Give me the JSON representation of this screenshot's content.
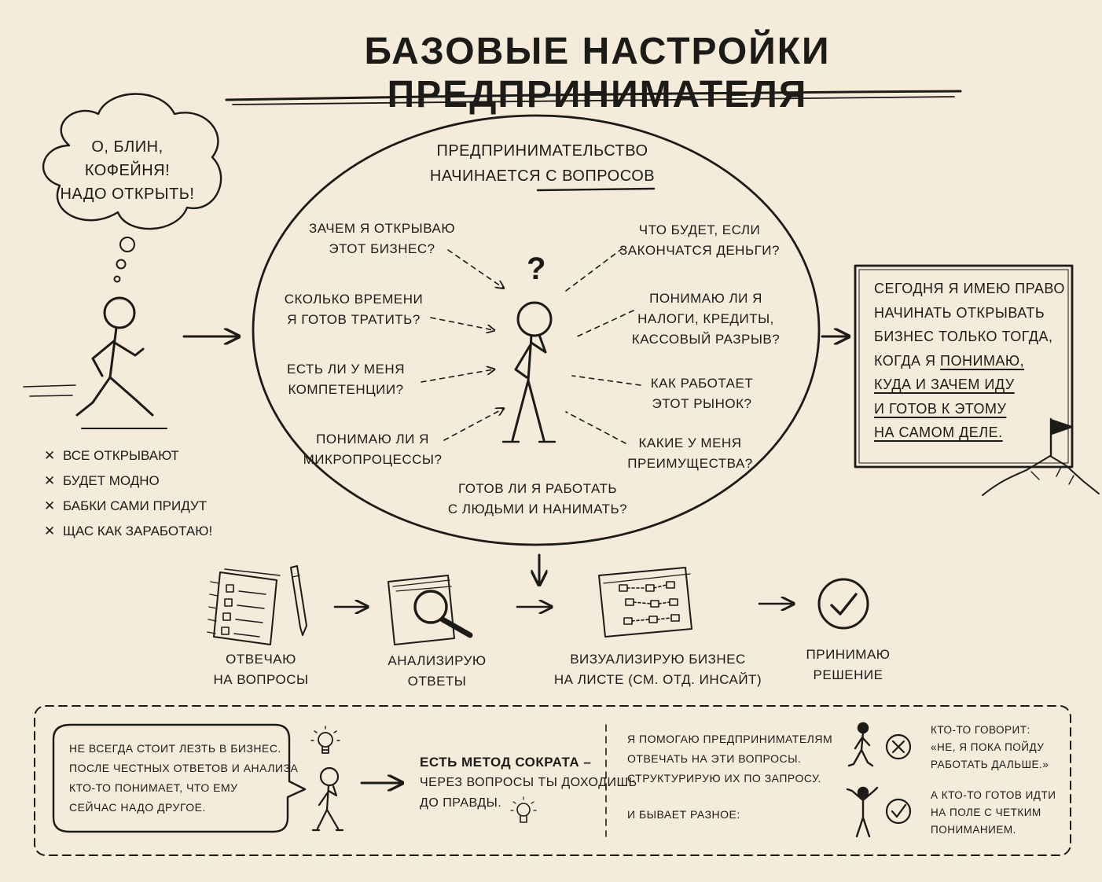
{
  "title": "БАЗОВЫЕ НАСТРОЙКИ ПРЕДПРИНИМАТЕЛЯ",
  "thought_bubble": [
    "О, БЛИН,",
    "КОФЕЙНЯ!",
    "НАДО ОТКРЫТЬ!"
  ],
  "myths": [
    "ВСЕ ОТКРЫВАЮТ",
    "БУДЕТ МОДНО",
    "БАБКИ САМИ ПРИДУТ",
    "ЩАС КАК ЗАРАБОТАЮ!"
  ],
  "myth_mark": "✕",
  "center": {
    "title_line1": "ПРЕДПРИНИМАТЕЛЬСТВО",
    "title_line2a": "НАЧИНАЕТСЯ",
    "title_line2b": "С ВОПРОСОВ",
    "question_mark": "?",
    "questions": [
      {
        "lines": [
          "ЗАЧЕМ Я ОТКРЫВАЮ",
          "ЭТОТ БИЗНЕС?"
        ]
      },
      {
        "lines": [
          "СКОЛЬКО ВРЕМЕНИ",
          "Я ГОТОВ ТРАТИТЬ?"
        ]
      },
      {
        "lines": [
          "ЕСТЬ ЛИ У МЕНЯ",
          "КОМПЕТЕНЦИИ?"
        ]
      },
      {
        "lines": [
          "ПОНИМАЮ ЛИ Я",
          "МИКРОПРОЦЕССЫ?"
        ]
      },
      {
        "lines": [
          "ЧТО БУДЕТ, ЕСЛИ",
          "ЗАКОНЧАТСЯ ДЕНЬГИ?"
        ]
      },
      {
        "lines": [
          "ПОНИМАЮ ЛИ Я",
          "НАЛОГИ, КРЕДИТЫ,",
          "КАССОВЫЙ РАЗРЫВ?"
        ]
      },
      {
        "lines": [
          "КАК РАБОТАЕТ",
          "ЭТОТ РЫНОК?"
        ]
      },
      {
        "lines": [
          "КАКИЕ У МЕНЯ",
          "ПРЕИМУЩЕСТВА?"
        ]
      },
      {
        "lines": [
          "ГОТОВ ЛИ Я РАБОТАТЬ",
          "С ЛЮДЬМИ И НАНИМАТЬ?"
        ]
      }
    ]
  },
  "right_box": {
    "lines": [
      "СЕГОДНЯ Я ИМЕЮ ПРАВО",
      "НАЧИНАТЬ ОТКРЫВАТЬ",
      "БИЗНЕС ТОЛЬКО ТОГДА,"
    ],
    "line4_plain": "КОГДА Я ",
    "line4_under": "ПОНИМАЮ,",
    "under_lines": [
      "КУДА И ЗАЧЕМ ИДУ",
      "И ГОТОВ К ЭТОМУ",
      "НА САМОМ ДЕЛЕ."
    ]
  },
  "steps": [
    {
      "lines": [
        "ОТВЕЧАЮ",
        "НА ВОПРОСЫ"
      ]
    },
    {
      "lines": [
        "АНАЛИЗИРУЮ",
        "ОТВЕТЫ"
      ]
    },
    {
      "lines": [
        "ВИЗУАЛИЗИРУЮ БИЗНЕС",
        "НА ЛИСТЕ (СМ. ОТД. ИНСАЙТ)"
      ]
    },
    {
      "lines": [
        "ПРИНИМАЮ",
        "РЕШЕНИЕ"
      ]
    }
  ],
  "bottom": {
    "speech": [
      "НЕ ВСЕГДА СТОИТ ЛЕЗТЬ В БИЗНЕС.",
      "ПОСЛЕ ЧЕСТНЫХ ОТВЕТОВ И АНАЛИЗА",
      "КТО-ТО ПОНИМАЕТ, ЧТО ЕМУ",
      "СЕЙЧАС НАДО ДРУГОЕ."
    ],
    "socrat": [
      "ЕСТЬ МЕТОД СОКРАТА –",
      "ЧЕРЕЗ ВОПРОСЫ ТЫ ДОХОДИШЬ",
      "ДО ПРАВДЫ."
    ],
    "help": [
      "Я ПОМОГАЮ ПРЕДПРИНИМАТЕЛЯМ",
      "ОТВЕЧАТЬ НА ЭТИ ВОПРОСЫ.",
      "СТРУКТУРИРУЮ ИХ ПО ЗАПРОСУ."
    ],
    "varied": "И БЫВАЕТ РАЗНОЕ:",
    "outcome_no": [
      "КТО-ТО ГОВОРИТ:",
      "«НЕ, Я ПОКА ПОЙДУ",
      "РАБОТАТЬ ДАЛЬШЕ.»"
    ],
    "outcome_yes": [
      "А КТО-ТО ГОТОВ ИДТИ",
      "НА ПОЛЕ С ЧЕТКИМ",
      "ПОНИМАНИЕМ."
    ]
  }
}
